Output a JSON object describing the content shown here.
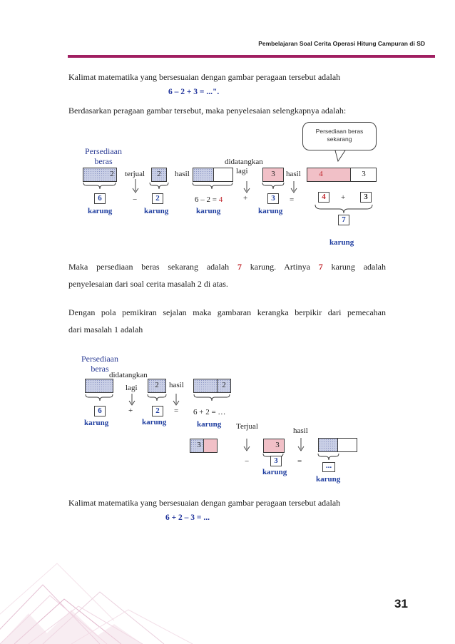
{
  "header": {
    "title": "Pembelajaran Soal Cerita Operasi Hitung Campuran di SD",
    "accent_color": "#a01f61"
  },
  "page_number": "31",
  "section1": {
    "intro": "Kalimat matematika yang bersesuaian dengan gambar peragaan tersebut adalah",
    "equation": "6 – 2 + 3 = ...\".",
    "line2": "Berdasarkan peragaan gambar tersebut, maka penyelesaian selengkapnya adalah:"
  },
  "diagram1": {
    "persediaan": "Persediaan",
    "beras": "beras",
    "callout": "Persediaan beras sekarang",
    "terjual": "terjual",
    "hasil1": "hasil",
    "didatangkan": "didatangkan",
    "lagi": "lagi",
    "hasil2": "hasil",
    "bag_a": "2",
    "bag_b": "2",
    "bag_c": "3",
    "bag_d_left": "4",
    "bag_d_right": "3",
    "num_6": "6",
    "num_2": "2",
    "num_3": "3",
    "num_4": "4",
    "num_3b": "3",
    "num_7": "7",
    "op_minus": "−",
    "op_plus": "+",
    "op_eq": "=",
    "op_plus2": "+",
    "expr_left": "6 – 2 = ",
    "expr_value": "4",
    "karung": "karung"
  },
  "section2": {
    "line1a": "Maka persediaan beras sekarang adalah",
    "line1_num1": "7",
    "line1b": "karung. Artinya",
    "line1_num2": "7",
    "line1c": "karung",
    "line1d": "adalah",
    "line2": "penyelesaian dari soal cerita masalah 2 di atas.",
    "line3": "Dengan pola pemikiran sejalan maka gambaran kerangka berpikir dari pemecahan",
    "line4": "dari masalah 1 adalah"
  },
  "diagram2": {
    "persediaan": "Persediaan",
    "beras": "beras",
    "didatangkan": "didatangkan",
    "lagi": "lagi",
    "hasil1": "hasil",
    "terjual": "Terjual",
    "hasil2": "hasil",
    "bag_a": "2",
    "bag_b": "2",
    "bag_c": "3",
    "bag_d": "3",
    "num_6": "6",
    "num_2": "2",
    "num_3": "3",
    "num_res": "...",
    "op_plus": "+",
    "op_eq": "=",
    "op_minus": "−",
    "op_eq2": "=",
    "expr": "6 + 2 = …",
    "karung": "karung"
  },
  "section3": {
    "intro": "Kalimat matematika yang bersesuaian dengan gambar peragaan tersebut adalah",
    "equation": "6 + 2 – 3 = ..."
  }
}
